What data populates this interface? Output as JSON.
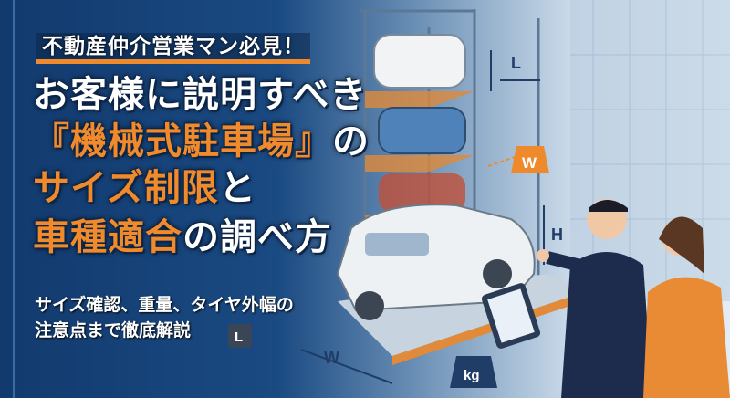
{
  "badge": "不動産仲介営業マン必見！",
  "title": {
    "line1": "お客様に説明すべき",
    "line2_orange": "『機械式駐車場』",
    "line2_white": "の",
    "line3_orange": "サイズ制限",
    "line3_white": "と",
    "line4_orange": "車種適合",
    "line4_white": "の調べ方"
  },
  "subtitle": {
    "line1": "サイズ確認、重量、タイヤ外幅の",
    "line2": "注意点まで徹底解説"
  },
  "diagram_labels": {
    "length": "L",
    "weight_tag": "W",
    "height": "H",
    "width": "W",
    "weight": "kg",
    "length_small": "L"
  },
  "colors": {
    "navy": "#123a6e",
    "orange": "#f08a2a",
    "white": "#ffffff"
  }
}
